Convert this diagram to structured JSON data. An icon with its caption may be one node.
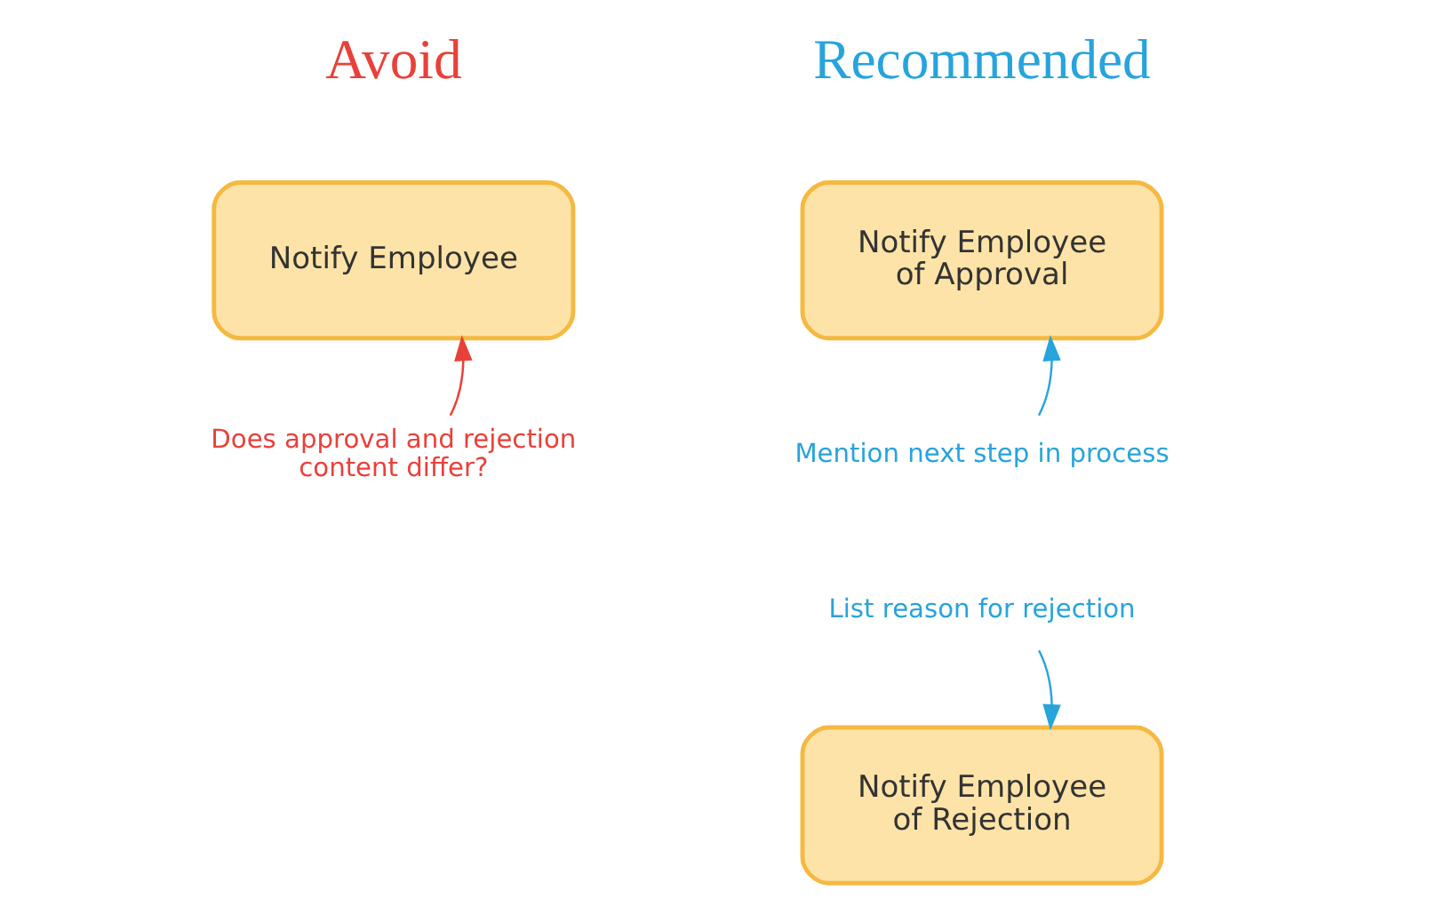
{
  "diagram": {
    "nodes": [
      {
        "text": [
          "Notify Employee"
        ]
      },
      {
        "text": [
          "Does approval and rejection content differ?"
        ]
      },
      {
        "text": [
          "Notify Employee of Approval"
        ]
      },
      {
        "text": [
          "Mention next step in process"
        ]
      },
      {
        "text": [
          "List reason for rejection"
        ]
      },
      {
        "text": [
          "Notify Employee of Rejection"
        ]
      }
    ],
    "edges": [
      {
        "from": 1,
        "to": 0,
        "arrow": "to",
        "color": "#e8413a"
      },
      {
        "from": 3,
        "to": 2,
        "arrow": "to",
        "color": "#27a4dc"
      },
      {
        "from": 4,
        "to": 5,
        "arrow": "to",
        "color": "#27a4dc"
      }
    ],
    "labels": [
      "Avoid",
      "Recommended"
    ]
  }
}
